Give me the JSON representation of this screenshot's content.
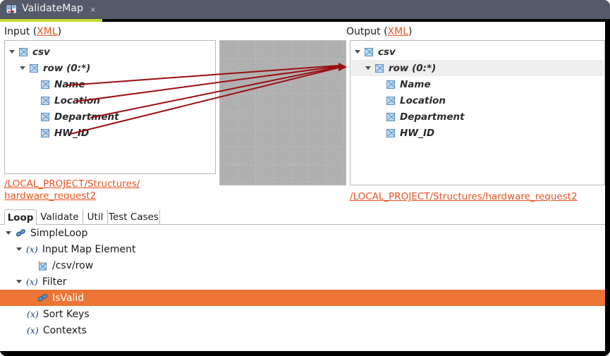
{
  "window": {
    "tab_title": "ValidateMap",
    "tab_close": "×",
    "accent_color": "#c3d82e",
    "titlebar_color": "#545a67"
  },
  "input_panel": {
    "heading_prefix": "Input (",
    "heading_link": "XML",
    "heading_suffix": ")",
    "path_line1": "/LOCAL_PROJECT/Structures/",
    "path_line2": "hardware_request2",
    "tree": [
      {
        "label": "csv",
        "depth": 0,
        "expander": "down",
        "icon": "xml-element-icon"
      },
      {
        "label": "row (0:*)",
        "depth": 1,
        "expander": "down",
        "icon": "xml-element-icon"
      },
      {
        "label": "Name",
        "depth": 2,
        "expander": "none",
        "icon": "xml-element-icon"
      },
      {
        "label": "Location",
        "depth": 2,
        "expander": "none",
        "icon": "xml-element-icon"
      },
      {
        "label": "Department",
        "depth": 2,
        "expander": "none",
        "icon": "xml-element-icon"
      },
      {
        "label": "HW_ID",
        "depth": 2,
        "expander": "none",
        "icon": "xml-element-icon"
      }
    ]
  },
  "output_panel": {
    "heading_prefix": "Output (",
    "heading_link": "XML",
    "heading_suffix": ")",
    "path_line1": "/LOCAL_PROJECT/Structures/hardware_request2",
    "tree": [
      {
        "label": "csv",
        "depth": 0,
        "expander": "down",
        "icon": "xml-element-icon",
        "selected": false
      },
      {
        "label": "row (0:*)",
        "depth": 1,
        "expander": "down",
        "icon": "xml-element-icon",
        "selected": true
      },
      {
        "label": "Name",
        "depth": 2,
        "expander": "none",
        "icon": "xml-element-icon",
        "selected": false
      },
      {
        "label": "Location",
        "depth": 2,
        "expander": "none",
        "icon": "xml-element-icon",
        "selected": false
      },
      {
        "label": "Department",
        "depth": 2,
        "expander": "none",
        "icon": "xml-element-icon",
        "selected": false
      },
      {
        "label": "HW_ID",
        "depth": 2,
        "expander": "none",
        "icon": "xml-element-icon",
        "selected": false
      }
    ]
  },
  "mapping": {
    "line_color": "#9b0f12",
    "grid_color": "#bdbdbd",
    "links": [
      {
        "from": "Name",
        "to": "row (0:*)"
      },
      {
        "from": "Location",
        "to": "row (0:*)"
      },
      {
        "from": "Department",
        "to": "row (0:*)"
      },
      {
        "from": "HW_ID",
        "to": "row (0:*)"
      }
    ]
  },
  "bottom_tabs": {
    "items": [
      {
        "label": "Loop",
        "active": true
      },
      {
        "label": "Validate",
        "active": false
      },
      {
        "label": "Util",
        "active": false
      },
      {
        "label": "Test Cases",
        "active": false
      }
    ]
  },
  "bottom_tree": {
    "selection_color": "#ec7434",
    "rows": [
      {
        "label": "SimpleLoop",
        "depth": 0,
        "expander": "down",
        "icon": "chain-link-icon",
        "selected": false
      },
      {
        "label": "Input Map Element",
        "depth": 1,
        "expander": "down",
        "icon": "function-fx-icon",
        "selected": false
      },
      {
        "label": "/csv/row",
        "depth": 2,
        "expander": "none",
        "icon": "map-element-icon",
        "selected": false
      },
      {
        "label": "Filter",
        "depth": 1,
        "expander": "down",
        "icon": "function-fx-icon",
        "selected": false
      },
      {
        "label": "IsValid",
        "depth": 2,
        "expander": "none",
        "icon": "chain-link-icon",
        "selected": true
      },
      {
        "label": "Sort Keys",
        "depth": 1,
        "expander": "none",
        "icon": "function-fx-icon",
        "selected": false
      },
      {
        "label": "Contexts",
        "depth": 1,
        "expander": "none",
        "icon": "function-fx-icon",
        "selected": false
      }
    ]
  }
}
